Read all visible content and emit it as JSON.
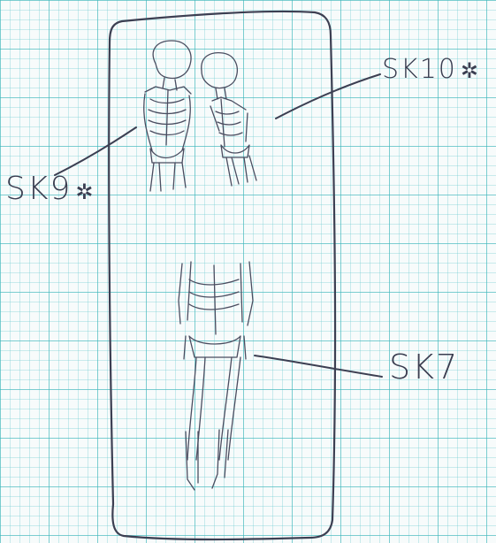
{
  "labels": {
    "sk9": {
      "text": "SK9",
      "mark": "✲"
    },
    "sk10": {
      "text": "SK10",
      "mark": "✲"
    },
    "sk7": {
      "text": "SK7"
    }
  },
  "colors": {
    "paper": "#f7fbfb",
    "grid": "#3cb4b9",
    "ink": "#3c3f52"
  }
}
